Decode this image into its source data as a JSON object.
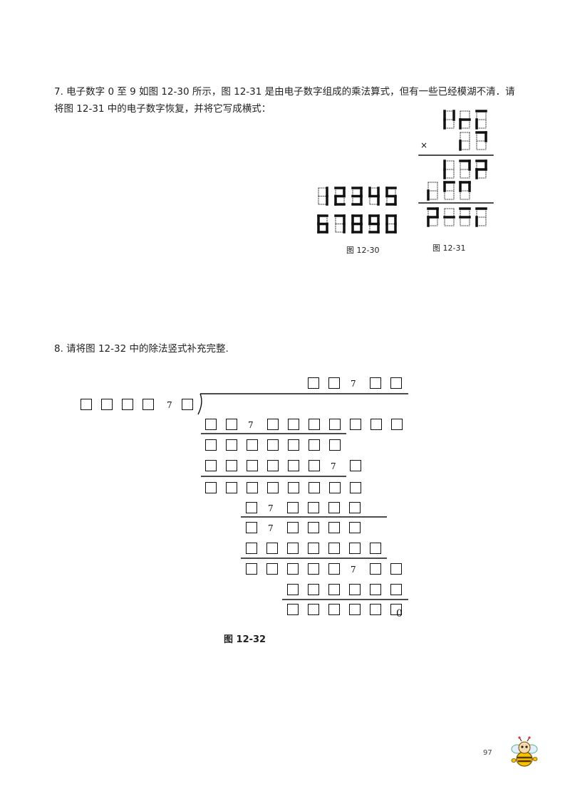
{
  "problem7": {
    "line1": "7.  电子数字 0 至 9 如图 12-30 所示，图 12-31 是由电子数字组成的乘法算式，但有一些已经模湖不清．请",
    "line2": "将图 12-31 中的电子数字恢复，并将它写成横式："
  },
  "fig12_30": {
    "caption": "图 12-30",
    "row1": [
      "1",
      "2",
      "3",
      "4",
      "5"
    ],
    "row2": [
      "6",
      "7",
      "8",
      "9",
      "0"
    ]
  },
  "fig12_31": {
    "caption": "图 12-31",
    "times_sign": "×"
  },
  "problem8": {
    "text": "8.  请将图 12-32 中的除法竖式补充完整."
  },
  "fig12_32": {
    "caption": "图 12-32",
    "rows": [
      "··7··",
      "····7·",
      "··7·······",
      "·······",
      "······7·",
      "········",
      "·7····",
      "·7····",
      "·······",
      "·····7··",
      "······",
      "······",
      "0"
    ]
  },
  "page_number": "97",
  "mascot_icon": "bee-mascot-icon"
}
